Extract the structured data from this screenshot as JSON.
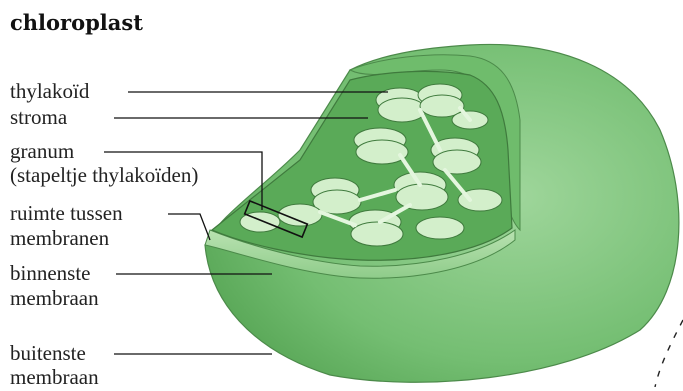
{
  "title": "chloroplast",
  "labels": {
    "thylakoid": "thylakoïd",
    "stroma": "stroma",
    "granum_1": "granum",
    "granum_2": "(stapeltje thylakoïden)",
    "intermembrane_1": "ruimte tussen",
    "intermembrane_2": "membranen",
    "inner_1": "binnenste",
    "inner_2": "membraan",
    "outer_1": "buitenste",
    "outer_2": "membraan"
  },
  "colors": {
    "outer_membrane": "#7cc47a",
    "outer_dark": "#4f9c4f",
    "inner_membrane": "#a8d9a0",
    "stroma": "#5fae5d",
    "thylakoid": "#cfeec8",
    "outline": "#3f6b3d"
  }
}
